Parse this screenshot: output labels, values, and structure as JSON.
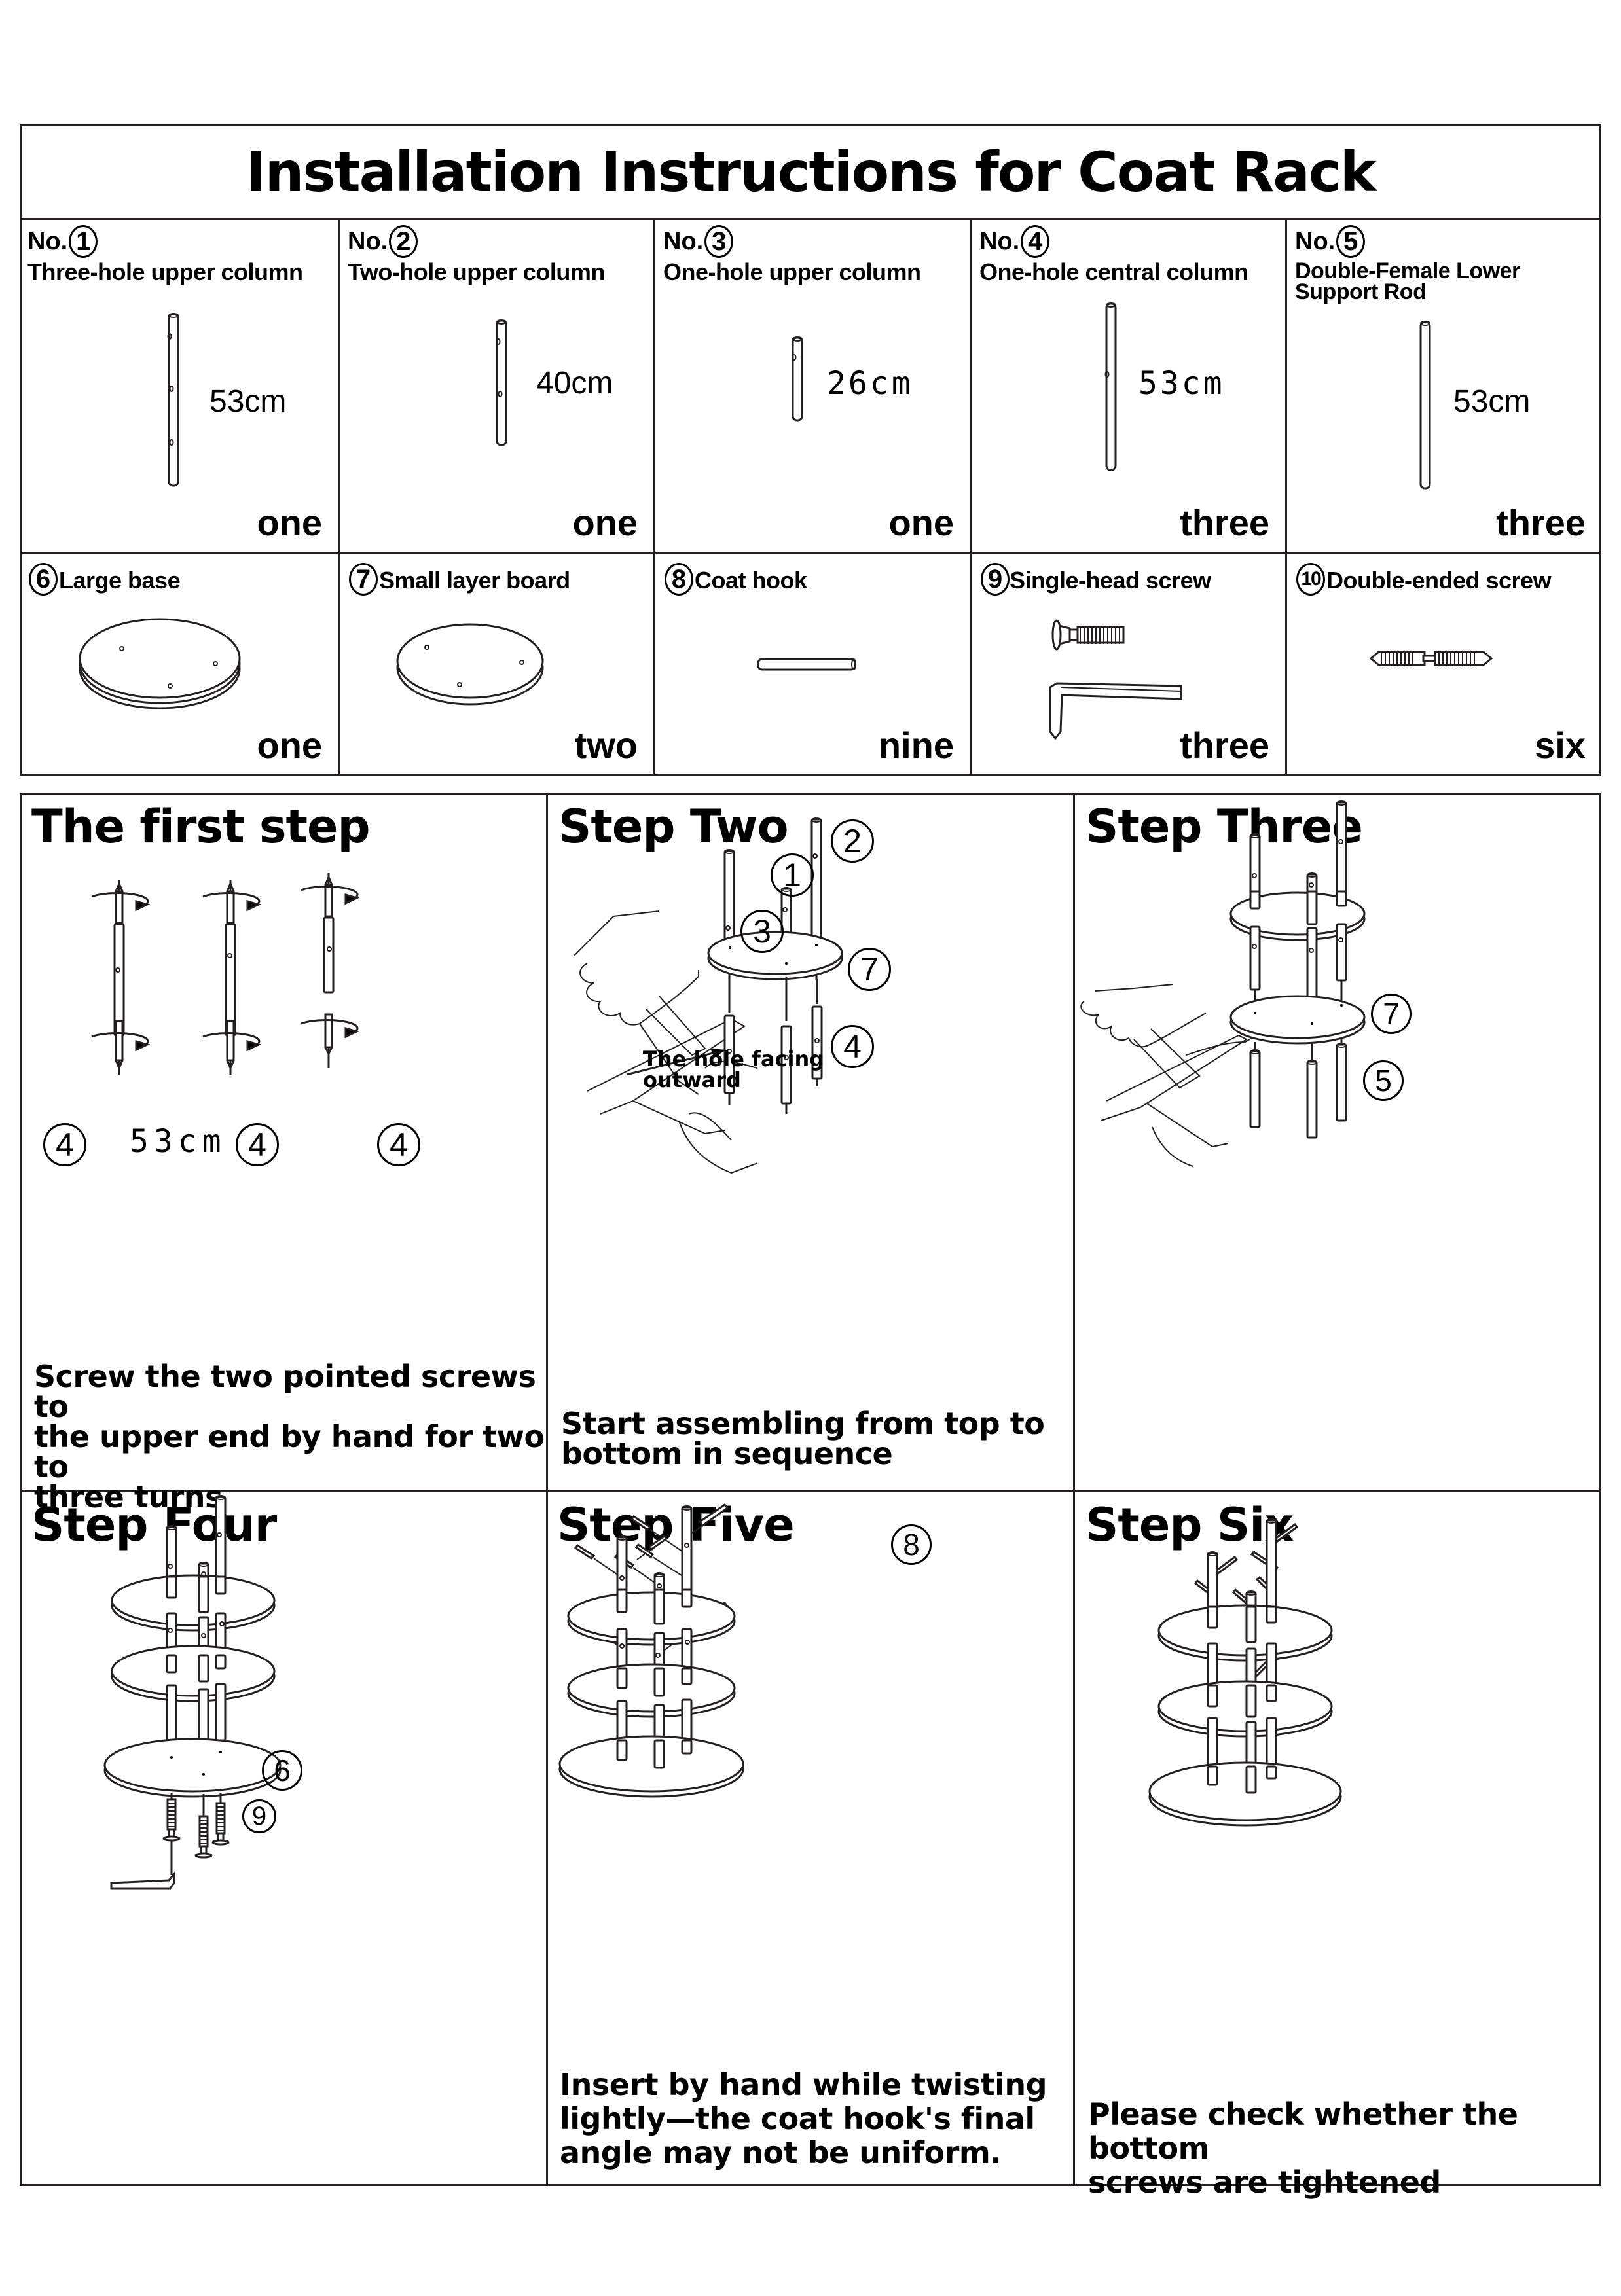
{
  "document": {
    "title": "Installation Instructions for Coat Rack"
  },
  "parts": [
    {
      "no_prefix": "No.",
      "number": "1",
      "name": "Three-hole upper column",
      "length": "53cm",
      "quantity": "one"
    },
    {
      "no_prefix": "No.",
      "number": "2",
      "name": "Two-hole upper column",
      "length": "40cm",
      "quantity": "one"
    },
    {
      "no_prefix": "No.",
      "number": "3",
      "name": "One-hole upper column",
      "length": "26cm",
      "quantity": "one"
    },
    {
      "no_prefix": "No.",
      "number": "4",
      "name": "One-hole central column",
      "length": "53cm",
      "quantity": "three"
    },
    {
      "no_prefix": "No.",
      "number": "5",
      "name_line1": "Double-Female Lower",
      "name_line2": "Support Rod",
      "length": "53cm",
      "quantity": "three"
    },
    {
      "number": "6",
      "name": "Large base",
      "quantity": "one"
    },
    {
      "number": "7",
      "name": "Small layer board",
      "quantity": "two"
    },
    {
      "number": "8",
      "name": "Coat hook",
      "quantity": "nine"
    },
    {
      "number": "9",
      "name": "Single-head screw",
      "quantity": "three"
    },
    {
      "number": "10",
      "name": "Double-ended screw",
      "quantity": "six"
    }
  ],
  "steps": [
    {
      "title": "The first step",
      "labels": [
        "4",
        "4",
        "4"
      ],
      "length": "53cm",
      "caption_lines": [
        "Screw the two pointed screws to",
        "the upper end by hand for two to",
        "three turns"
      ]
    },
    {
      "title": "Step Two",
      "labels": [
        "1",
        "2",
        "3",
        "7",
        "4"
      ],
      "note_lines": [
        "The hole facing",
        "outward"
      ],
      "caption_lines": [
        "Start assembling from top to",
        "bottom in sequence"
      ]
    },
    {
      "title": "Step Three",
      "labels": [
        "7",
        "5"
      ]
    },
    {
      "title": "Step Four",
      "labels": [
        "6",
        "9"
      ]
    },
    {
      "title": "Step Five",
      "labels": [
        "8"
      ],
      "caption_lines": [
        "Insert by hand while twisting",
        "lightly—the coat hook's final",
        "angle may not be uniform."
      ]
    },
    {
      "title": "Step Six",
      "caption_lines": [
        "Please check whether the bottom",
        "screws are tightened"
      ]
    }
  ]
}
